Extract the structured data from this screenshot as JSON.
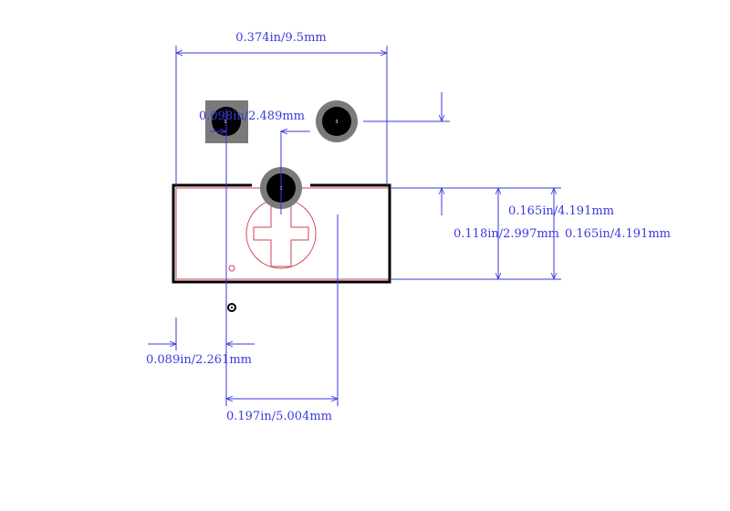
{
  "dimensions": {
    "overall_width": "0.374in/9.5mm",
    "pin_pitch": "0.098in/2.489mm",
    "body_height_right": "0.165in/4.191mm",
    "pin_offset_y": "0.118in/2.997mm",
    "body_height_total": "0.165in/4.191mm",
    "pin1_offset_x": "0.089in/2.261mm",
    "pin_span_x": "0.197in/5.004mm"
  },
  "pads": {
    "pad1": "1",
    "pad2": "2",
    "pad3": "3"
  },
  "colors": {
    "dimension": "#3a3adf",
    "outline": "#000000",
    "silkscreen": "#d04050",
    "pad_ring": "#7a7a7a",
    "pad_hole": "#000000"
  }
}
